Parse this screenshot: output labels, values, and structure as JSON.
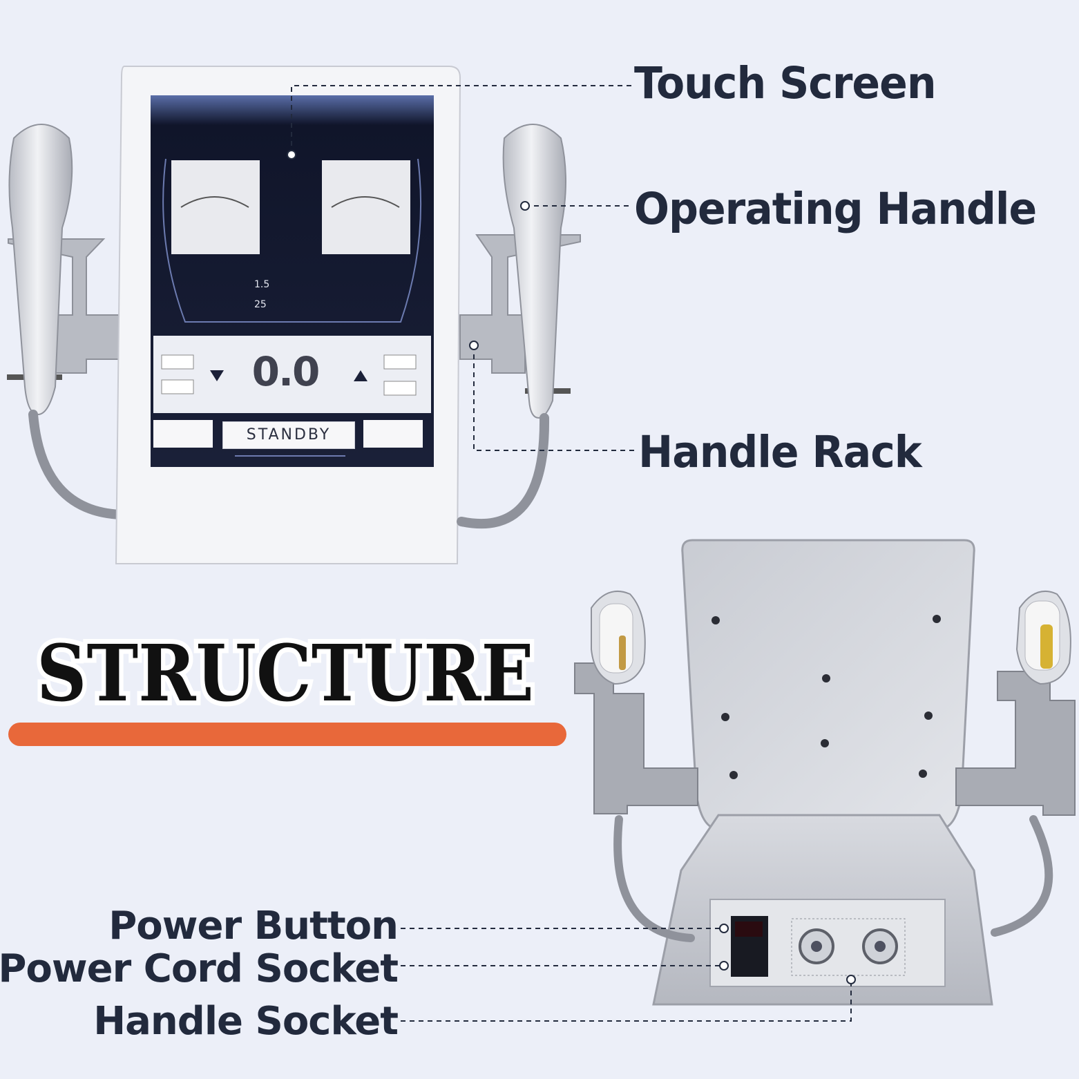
{
  "title": "STRUCTURE",
  "accent_bar_color": "#e8683a",
  "background_color": "#eceff8",
  "callouts": {
    "touch_screen": "Touch Screen",
    "operating_handle": "Operating Handle",
    "handle_rack": "Handle Rack",
    "power_button": "Power Button",
    "power_cord_socket": "Power Cord Socket",
    "handle_socket": "Handle Socket"
  },
  "screen": {
    "status": "STANDBY",
    "energy": "0.0",
    "depth_row": "1.5",
    "length_row": "25"
  }
}
